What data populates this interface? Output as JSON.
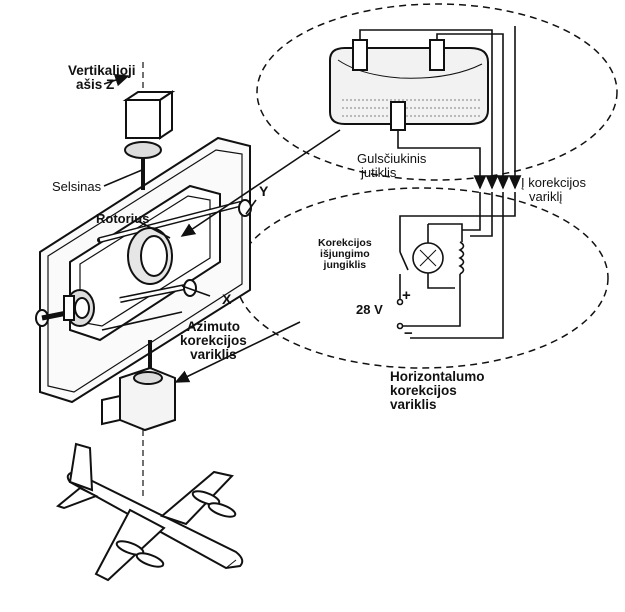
{
  "diagram": {
    "labels": {
      "vertical_axis": [
        "Vertikalioji",
        "ašis Z"
      ],
      "selsyn": "Selsinas",
      "rotor": "Rotorius",
      "axis_y": "Y",
      "axis_x": "X",
      "azimuth_motor": [
        "Azimuto",
        "korekcijos",
        "variklis"
      ],
      "level_sensor": [
        "Gulsčiukinis",
        "jutiklis"
      ],
      "to_motor": [
        "Į korekcijos",
        "variklį"
      ],
      "cutoff_switch": [
        "Korekcijos",
        "išjungimo",
        "jungiklis"
      ],
      "voltage": "28 V",
      "plus": "+",
      "minus": "−",
      "horizontal_motor": [
        "Horizontalumo",
        "korekcijos",
        "variklis"
      ]
    }
  }
}
